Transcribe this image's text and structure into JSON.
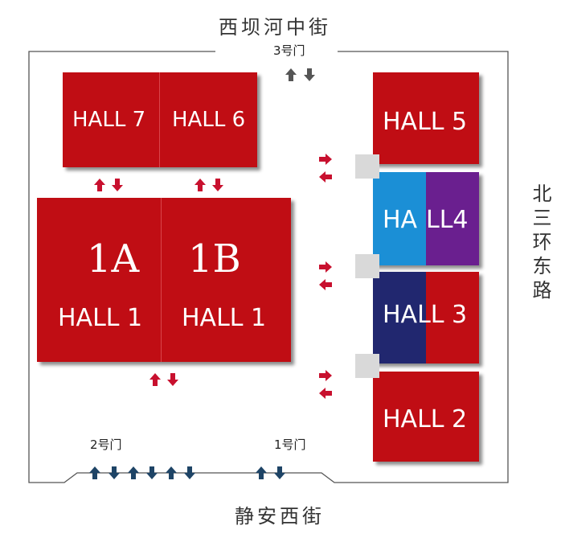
{
  "streets": {
    "top": "西坝河中街",
    "bottom": "静安西街",
    "right": "北三环东路"
  },
  "gates": {
    "gate3": "3号门",
    "gate2": "2号门",
    "gate1": "1号门"
  },
  "halls": {
    "hall7": "HALL 7",
    "hall6": "HALL 6",
    "hall5": "HALL 5",
    "hall4_left": "HA",
    "hall4_right": "LL4",
    "hall3": "HALL 3",
    "hall2": "HALL 2",
    "hall1a_code": "1A",
    "hall1a_label": "HALL 1",
    "hall1b_code": "1B",
    "hall1b_label": "HALL 1"
  },
  "colors": {
    "hall_red": "#c00d14",
    "hall4_blue": "#1b8fd6",
    "hall4_purple": "#6a1f8f",
    "hall3_navy": "#21276f",
    "gate_arrow": "#1e4466",
    "inner_arrow": "#c8102e",
    "gate3_arrow": "#555555",
    "connector": "#d9d9d9"
  }
}
